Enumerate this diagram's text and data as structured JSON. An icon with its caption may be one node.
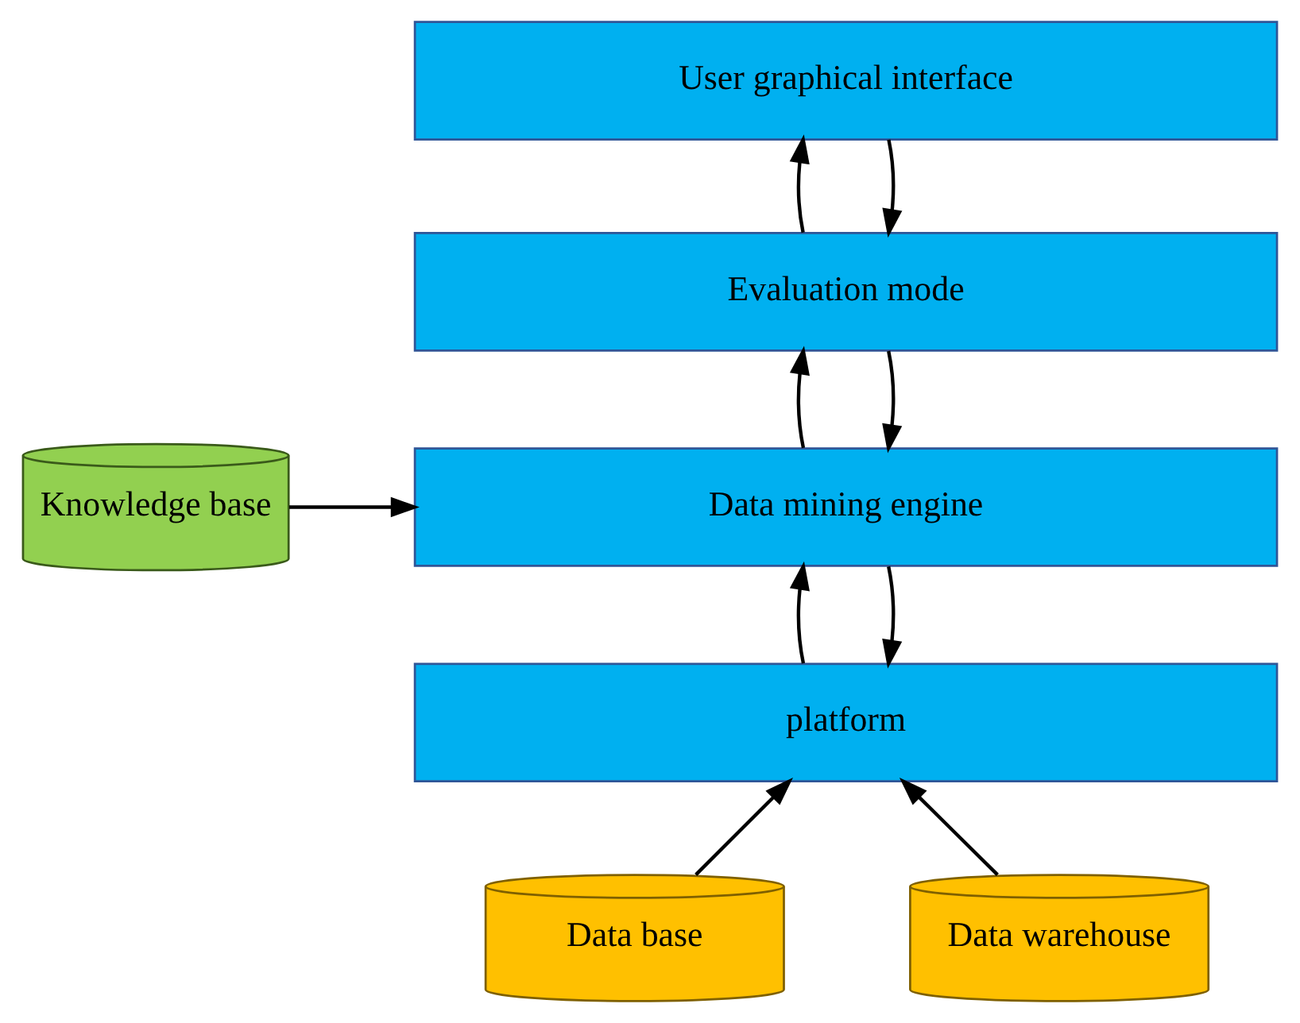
{
  "diagram": {
    "nodes": [
      {
        "text": [
          "User graphical interface"
        ]
      },
      {
        "text": [
          "Evaluation mode"
        ]
      },
      {
        "text": [
          "Data mining engine"
        ]
      },
      {
        "text": [
          "platform"
        ]
      },
      {
        "text": [
          "Knowledge base"
        ]
      },
      {
        "text": [
          "Data base"
        ]
      },
      {
        "text": [
          "Data warehouse"
        ]
      }
    ],
    "edges": [
      {
        "from": 1,
        "to": 0,
        "arrow": "to"
      },
      {
        "from": 0,
        "to": 1,
        "arrow": "to"
      },
      {
        "from": 2,
        "to": 1,
        "arrow": "to"
      },
      {
        "from": 1,
        "to": 2,
        "arrow": "to"
      },
      {
        "from": 2,
        "to": 3,
        "arrow": "to"
      },
      {
        "from": 3,
        "to": 2,
        "arrow": "to"
      },
      {
        "from": 4,
        "to": 2,
        "arrow": "to"
      },
      {
        "from": 5,
        "to": 3,
        "arrow": "to"
      },
      {
        "from": 6,
        "to": 3,
        "arrow": "to"
      }
    ]
  }
}
